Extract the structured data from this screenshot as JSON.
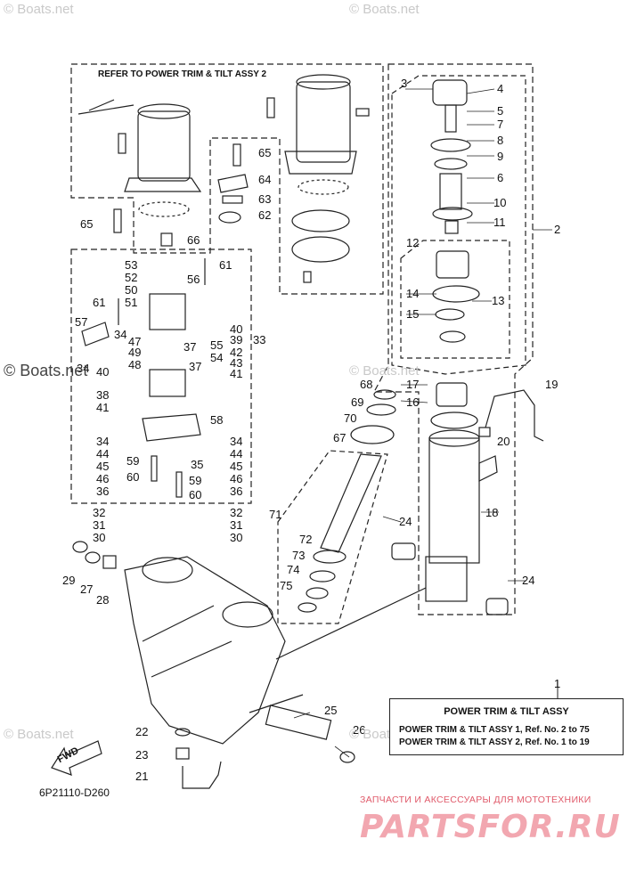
{
  "watermark": "© Boats.net",
  "refer_label": "REFER TO POWER TRIM & TILT ASSY 2",
  "title_box": {
    "ref_number": "1",
    "title": "POWER TRIM & TILT ASSY",
    "row1": "POWER TRIM & TILT ASSY 1,  Ref. No. 2 to 75",
    "row2": "POWER TRIM & TILT ASSY 2,  Ref. No. 1 to 19"
  },
  "diagram_code": "6P21110-D260",
  "fwd_label": "FWD",
  "brand_tagline": "ЗАПЧАСТИ И АКСЕССУАРЫ ДЛЯ МОТОТЕХНИКИ",
  "brand_name": "PARTSFOR.RU",
  "callouts": [
    "2",
    "3",
    "4",
    "5",
    "7",
    "8",
    "9",
    "6",
    "10",
    "11",
    "12",
    "13",
    "14",
    "15",
    "16",
    "17",
    "18",
    "19",
    "20",
    "21",
    "22",
    "23",
    "24",
    "24",
    "25",
    "26",
    "27",
    "28",
    "29",
    "30",
    "30",
    "31",
    "31",
    "32",
    "32",
    "33",
    "34",
    "34",
    "34",
    "34",
    "35",
    "36",
    "36",
    "37",
    "37",
    "38",
    "39",
    "40",
    "40",
    "41",
    "41",
    "42",
    "43",
    "44",
    "44",
    "45",
    "45",
    "46",
    "46",
    "47",
    "48",
    "49",
    "50",
    "51",
    "52",
    "53",
    "54",
    "55",
    "56",
    "57",
    "58",
    "59",
    "59",
    "60",
    "60",
    "61",
    "61",
    "62",
    "63",
    "64",
    "65",
    "65",
    "66",
    "67",
    "68",
    "69",
    "70",
    "71",
    "72",
    "73",
    "74",
    "75"
  ]
}
